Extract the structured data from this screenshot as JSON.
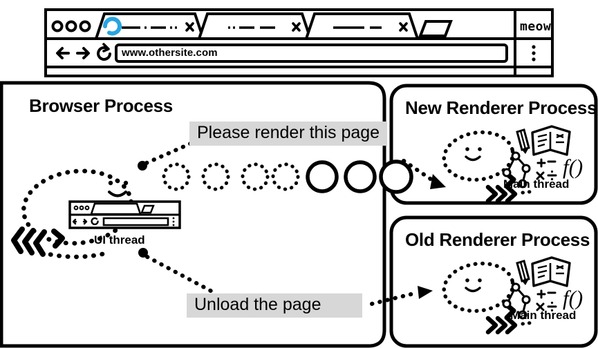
{
  "browser_window": {
    "tabs": [
      {
        "name": "active-tab",
        "title_glyph": "— · — ··",
        "favicon": "loading-spinner-icon",
        "close": "×",
        "active": true
      },
      {
        "name": "tab-2",
        "title_glyph": "·· —  —",
        "close": "×",
        "active": false
      },
      {
        "name": "tab-3",
        "title_glyph": "———  —",
        "close": "×",
        "active": false
      }
    ],
    "new_tab_label": "+",
    "window_controls": [
      "circle",
      "circle",
      "circle"
    ],
    "brand_label": "meow",
    "toolbar": {
      "back_icon": "back-arrow-icon",
      "forward_icon": "forward-arrow-icon",
      "reload_icon": "reload-icon",
      "url_value": "www.othersite.com",
      "menu_icon": "three-dot-menu-icon"
    }
  },
  "accent_blue": "#29a4e0",
  "callout_bg": "#d7d7d7",
  "panels": {
    "browser_process": {
      "title": "Browser Process",
      "thread_label": "UI thread",
      "thread_icon": "browser-window-icon",
      "face_icon": "smiley-face-icon",
      "queue": {
        "pending_count": 4,
        "active_count": 2,
        "boundary_count": 1
      }
    },
    "new_renderer": {
      "title": "New Renderer Process",
      "thread_label": "Main thread",
      "icons": [
        "smiley-face-icon",
        "pencils-icon",
        "open-book-icon",
        "dom-tree-icon",
        "math-symbols-icon",
        "function-icon"
      ]
    },
    "old_renderer": {
      "title": "Old Renderer Process",
      "thread_label": "Main thread",
      "icons": [
        "smiley-face-icon",
        "pencils-icon",
        "open-book-icon",
        "dom-tree-icon",
        "math-symbols-icon",
        "function-icon"
      ]
    }
  },
  "messages": {
    "render_request": "Please render this page",
    "unload_request": "Unload the page"
  }
}
